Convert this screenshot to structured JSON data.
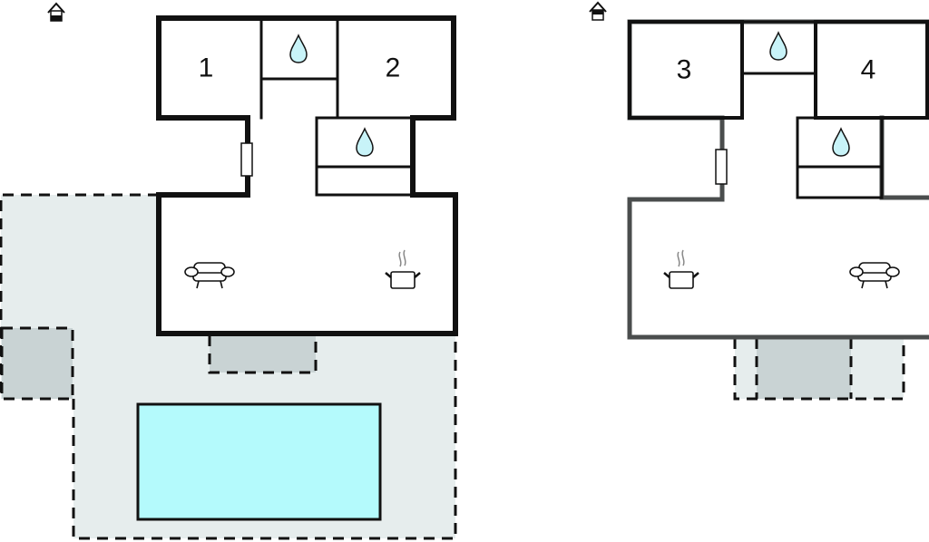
{
  "plans": [
    {
      "id": "floor-plan-left",
      "entrance_icon": "house-entrance-icon",
      "rooms": [
        {
          "label": "1",
          "type": "bedroom"
        },
        {
          "label": "2",
          "type": "bedroom"
        }
      ],
      "bathrooms": [
        {
          "icon": "water-drop-icon"
        },
        {
          "icon": "water-drop-icon"
        }
      ],
      "living": {
        "icons": [
          "sofa-icon",
          "cooking-pot-icon"
        ]
      },
      "outdoor": [
        "terrace",
        "covered-terrace",
        "covered-terrace",
        "pool"
      ]
    },
    {
      "id": "floor-plan-right",
      "entrance_icon": "house-entrance-icon",
      "rooms": [
        {
          "label": "3",
          "type": "bedroom"
        },
        {
          "label": "4",
          "type": "bedroom"
        }
      ],
      "bathrooms": [
        {
          "icon": "water-drop-icon"
        },
        {
          "icon": "water-drop-icon"
        }
      ],
      "living": {
        "icons": [
          "cooking-pot-icon",
          "sofa-icon"
        ]
      },
      "outdoor": [
        "terrace",
        "covered-terrace",
        "terrace"
      ]
    }
  ],
  "colors": {
    "wall": "#111111",
    "wall_secondary": "#4a4d4d",
    "terrace": "#e6eded",
    "covered_terrace": "#c9d3d4",
    "pool": "#b4fafc",
    "water_drop": "#c8f3f8"
  }
}
